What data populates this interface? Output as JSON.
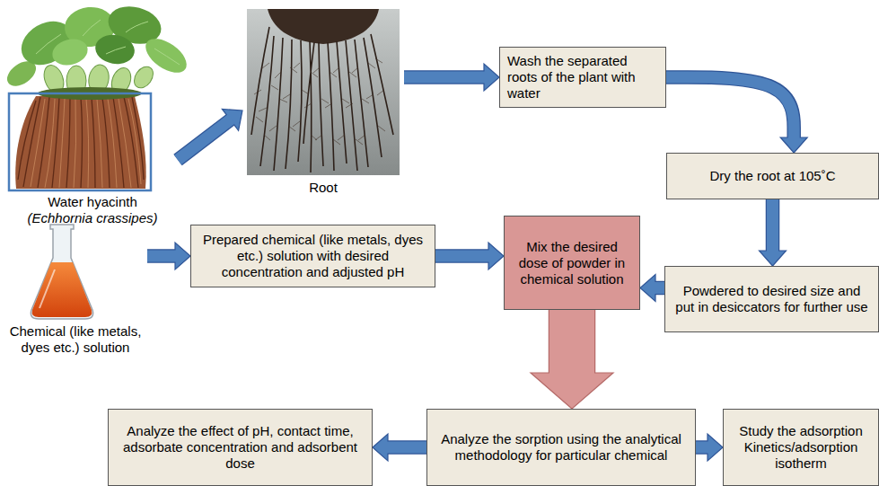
{
  "diagram": {
    "nodes": [
      {
        "text": [
          "Water hyacinth",
          "(Echhornia crassipes)"
        ]
      },
      {
        "text": [
          "Root"
        ]
      },
      {
        "text": [
          "Wash the separated roots of the plant with water"
        ]
      },
      {
        "text": [
          "Dry the root at 105˚C"
        ]
      },
      {
        "text": [
          "Chemical (like metals, dyes etc.) solution"
        ]
      },
      {
        "text": [
          "Prepared chemical (like metals, dyes etc.) solution with desired concentration and adjusted pH"
        ]
      },
      {
        "text": [
          "Mix the desired dose of powder in chemical solution"
        ]
      },
      {
        "text": [
          "Powdered to desired size and put in desiccators for further use"
        ]
      },
      {
        "text": [
          "Analyze the effect of pH, contact time, adsorbate concentration and adsorbent dose"
        ]
      },
      {
        "text": [
          "Analyze the sorption using the analytical methodology for particular chemical"
        ]
      },
      {
        "text": [
          "Study the adsorption Kinetics/adsorption isotherm"
        ]
      }
    ],
    "edges": [
      {
        "from": 0,
        "to": 1,
        "arrow": "to"
      },
      {
        "from": 1,
        "to": 2,
        "arrow": "to"
      },
      {
        "from": 2,
        "to": 3,
        "arrow": "to"
      },
      {
        "from": 3,
        "to": 7,
        "arrow": "to"
      },
      {
        "from": 4,
        "to": 5,
        "arrow": "to"
      },
      {
        "from": 5,
        "to": 6,
        "arrow": "to"
      },
      {
        "from": 7,
        "to": 6,
        "arrow": "to"
      },
      {
        "from": 6,
        "to": 9,
        "arrow": "to"
      },
      {
        "from": 9,
        "to": 8,
        "arrow": "to"
      },
      {
        "from": 9,
        "to": 10,
        "arrow": "to"
      }
    ]
  }
}
